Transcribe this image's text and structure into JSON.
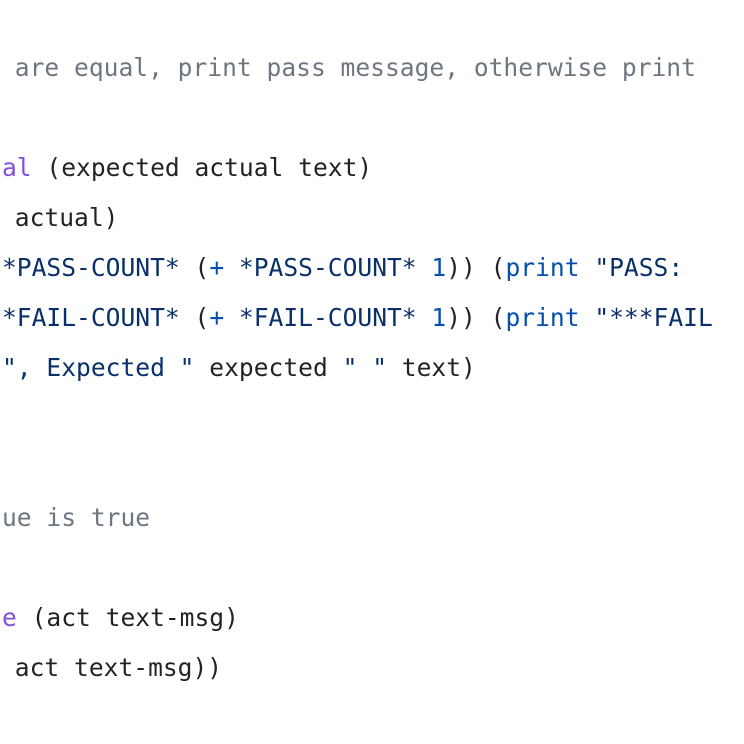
{
  "editor": {
    "colors": {
      "default": "#1f2328",
      "comment": "#6e7781",
      "fn": "#8250df",
      "var": "#0a3069",
      "str": "#0a3069",
      "builtin": "#0550ae"
    },
    "lines": [
      [
        {
          "t": "comment",
          "v": " are equal, print pass message, otherwise print"
        }
      ],
      [],
      [
        {
          "t": "fn",
          "v": "al"
        },
        {
          "t": "default",
          "v": " (expected actual text)"
        }
      ],
      [
        {
          "t": "default",
          "v": " actual)"
        }
      ],
      [
        {
          "t": "var",
          "v": "*PASS-COUNT*"
        },
        {
          "t": "default",
          "v": " ("
        },
        {
          "t": "builtin",
          "v": "+"
        },
        {
          "t": "var",
          "v": " *PASS-COUNT* "
        },
        {
          "t": "builtin",
          "v": "1"
        },
        {
          "t": "default",
          "v": ")) ("
        },
        {
          "t": "builtin",
          "v": "print"
        },
        {
          "t": "str",
          "v": " \"PASS:"
        }
      ],
      [
        {
          "t": "var",
          "v": "*FAIL-COUNT*"
        },
        {
          "t": "default",
          "v": " ("
        },
        {
          "t": "builtin",
          "v": "+"
        },
        {
          "t": "var",
          "v": " *FAIL-COUNT* "
        },
        {
          "t": "builtin",
          "v": "1"
        },
        {
          "t": "default",
          "v": ")) ("
        },
        {
          "t": "builtin",
          "v": "print"
        },
        {
          "t": "str",
          "v": " \"***FAIL"
        }
      ],
      [
        {
          "t": "str",
          "v": "\", Expected \""
        },
        {
          "t": "default",
          "v": " expected "
        },
        {
          "t": "str",
          "v": "\" \""
        },
        {
          "t": "default",
          "v": " text)"
        }
      ],
      [],
      [],
      [
        {
          "t": "comment",
          "v": "ue is true"
        }
      ],
      [],
      [
        {
          "t": "fn",
          "v": "e"
        },
        {
          "t": "default",
          "v": " (act text-msg)"
        }
      ],
      [
        {
          "t": "default",
          "v": " act text-msg))"
        }
      ]
    ]
  }
}
